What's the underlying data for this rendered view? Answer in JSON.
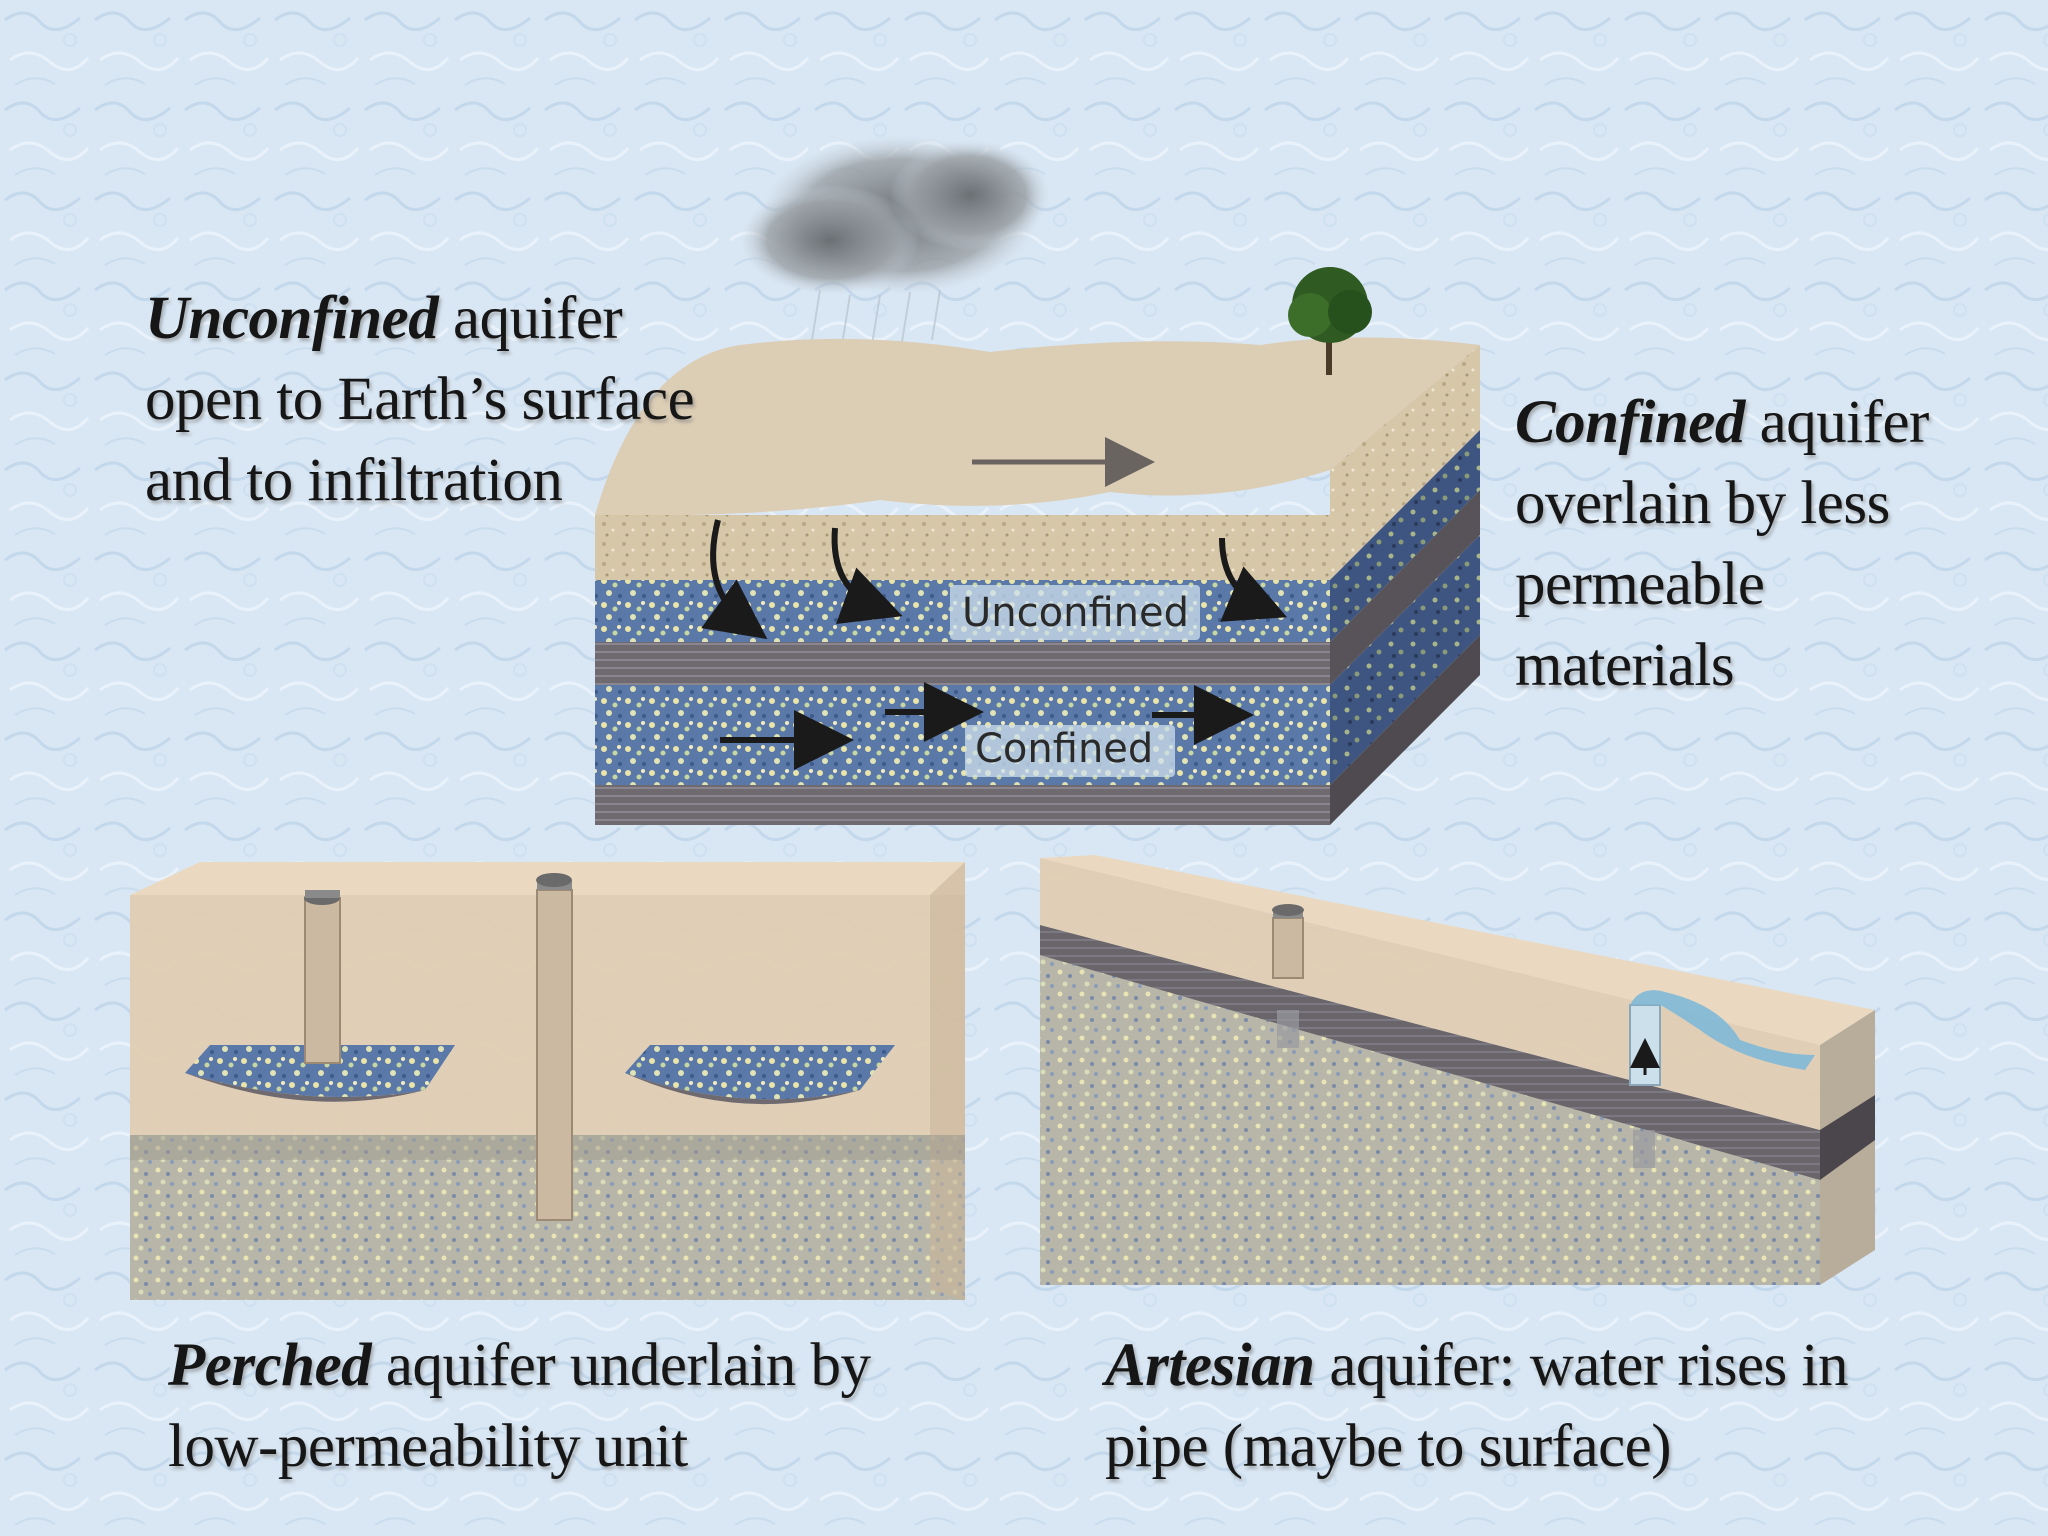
{
  "captions": {
    "unconfined": {
      "emph": "Unconfined",
      "rest": " aquifer",
      "line2": "open to Earth’s surface",
      "line3": "and to infiltration"
    },
    "confined": {
      "emph": "Confined",
      "rest": " aquifer",
      "line2": "overlain by less",
      "line3": "permeable",
      "line4": "materials"
    },
    "perched": {
      "emph": "Perched",
      "rest": " aquifer underlain by",
      "line2": "low-permeability unit"
    },
    "artesian": {
      "emph": "Artesian",
      "rest": " aquifer: water rises in",
      "line2": "pipe (maybe to surface)"
    }
  },
  "block_labels": {
    "unconfined": "Unconfined",
    "confined": "Confined"
  },
  "colors": {
    "background": "#dce9f5",
    "soil": "#e3d4bd",
    "gravel": "#4a6a9a",
    "clay": "#7a7478",
    "water": "#7fb8d8"
  }
}
